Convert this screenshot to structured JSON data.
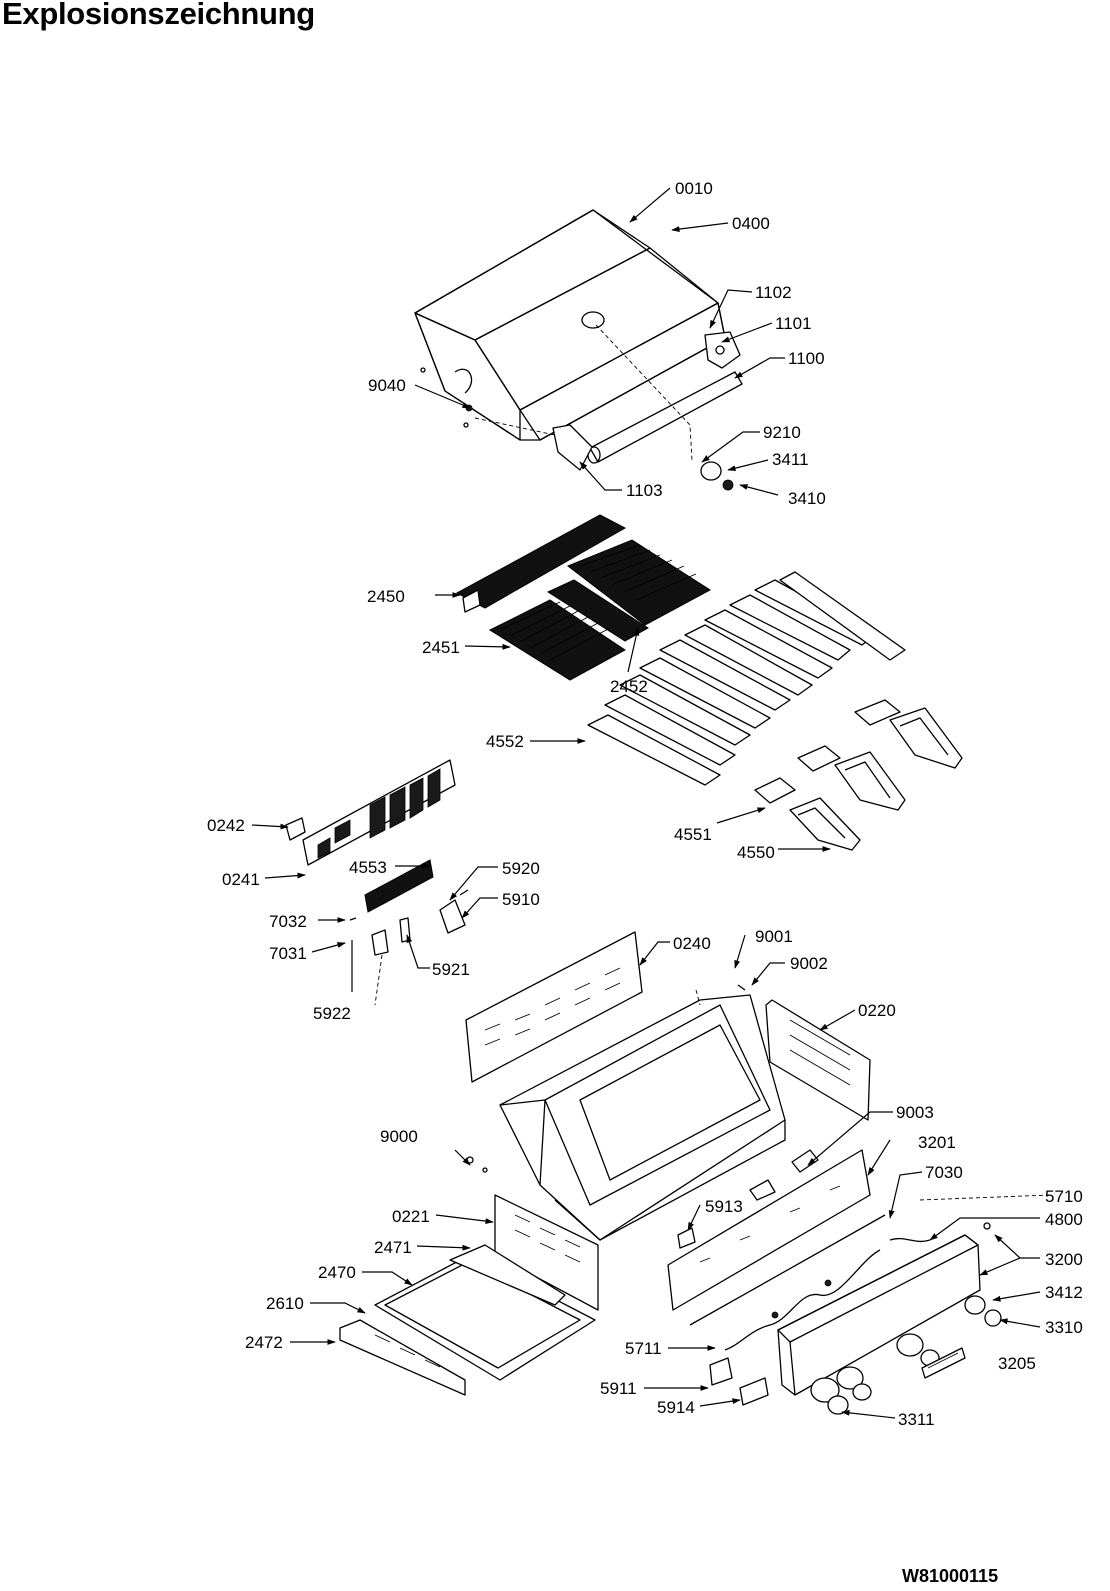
{
  "title": "Explosionszeichnung",
  "document_code": "W81000115",
  "part_labels": [
    "0010",
    "0400",
    "1102",
    "1101",
    "1100",
    "9040",
    "9210",
    "3411",
    "3410",
    "1103",
    "2450",
    "2451",
    "2452",
    "4552",
    "4551",
    "4550",
    "0242",
    "0241",
    "4553",
    "5920",
    "5910",
    "7032",
    "7031",
    "5921",
    "5922",
    "0240",
    "9001",
    "9002",
    "0220",
    "9003",
    "3201",
    "9000",
    "7030",
    "5710",
    "4800",
    "3200",
    "0221",
    "5913",
    "2471",
    "2470",
    "3412",
    "3310",
    "2610",
    "2472",
    "5711",
    "3205",
    "5911",
    "5914",
    "3311"
  ]
}
